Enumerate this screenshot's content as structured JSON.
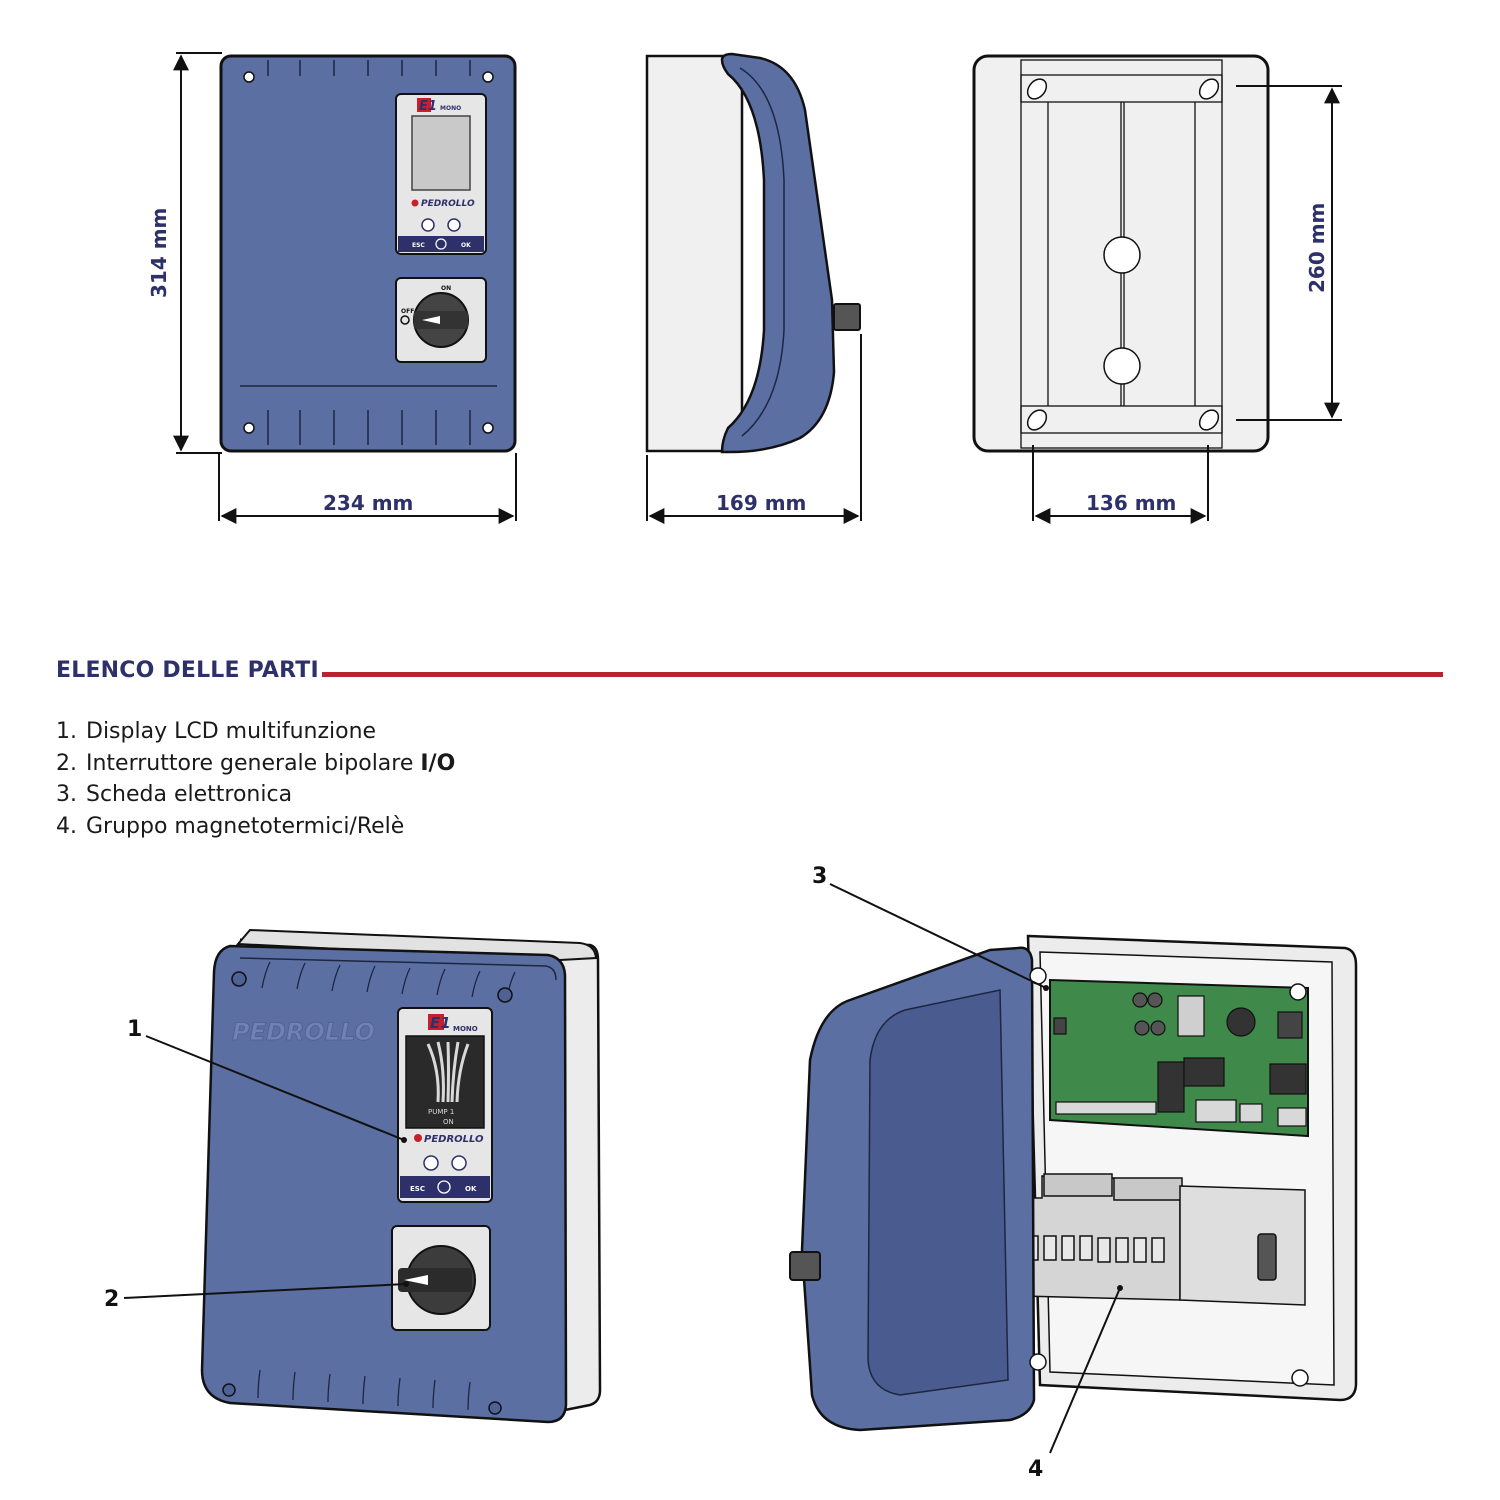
{
  "dimensions": {
    "front_height": "314 mm",
    "front_width": "234 mm",
    "side_depth": "169 mm",
    "back_hole_height": "260 mm",
    "back_hole_width": "136 mm"
  },
  "panel": {
    "brand": "PEDROLLO",
    "model_e1": "E1",
    "model_mono": "MONO",
    "btn_esc": "ESC",
    "btn_ok": "OK",
    "switch_on": "ON",
    "switch_off": "OFF",
    "display_line1": "PUMP 1",
    "display_line2": "ON"
  },
  "section": {
    "title": "ELENCO DELLE PARTI"
  },
  "parts": [
    {
      "number": "1.",
      "text": "Display LCD multifunzione",
      "bold_suffix": ""
    },
    {
      "number": "2.",
      "text": "Interruttore generale bipolare ",
      "bold_suffix": "I/O"
    },
    {
      "number": "3.",
      "text": "Scheda elettronica",
      "bold_suffix": ""
    },
    {
      "number": "4.",
      "text": "Gruppo magnetotermici/Relè",
      "bold_suffix": ""
    }
  ],
  "callouts": [
    "1",
    "2",
    "3",
    "4"
  ],
  "colors": {
    "enclosure_blue": "#5b6fa3",
    "dim_text": "#2e3169",
    "rule_red": "#b8232f",
    "body_grey": "#efefef",
    "pcb_green": "#3f8a4a"
  }
}
